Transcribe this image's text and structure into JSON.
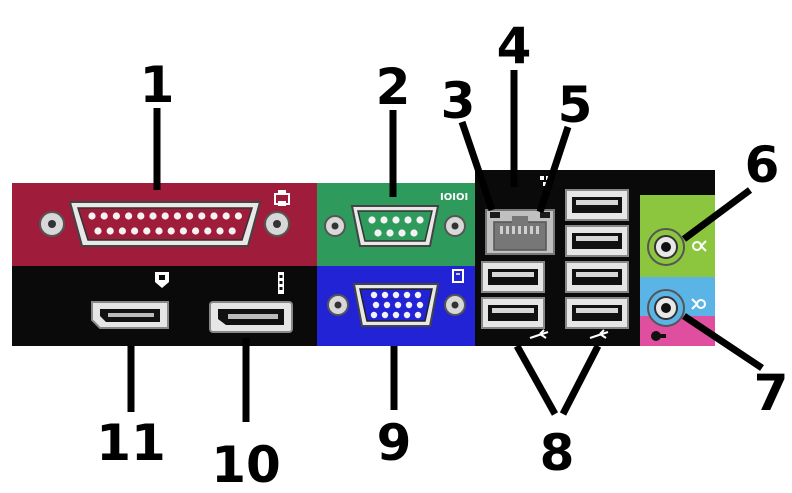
{
  "callouts": [
    {
      "id": 1,
      "label": "1",
      "target": "parallel-port"
    },
    {
      "id": 2,
      "label": "2",
      "target": "serial-port"
    },
    {
      "id": 3,
      "label": "3",
      "target": "link-integrity-light"
    },
    {
      "id": 4,
      "label": "4",
      "target": "network-adapter-connector"
    },
    {
      "id": 5,
      "label": "5",
      "target": "network-activity-light"
    },
    {
      "id": 6,
      "label": "6",
      "target": "line-out-connector"
    },
    {
      "id": 7,
      "label": "7",
      "target": "line-in-microphone-connector"
    },
    {
      "id": 8,
      "label": "8",
      "target": "usb-connectors"
    },
    {
      "id": 9,
      "label": "9",
      "target": "vga-video-connector"
    },
    {
      "id": 10,
      "label": "10",
      "target": "esata-connector"
    },
    {
      "id": 11,
      "label": "11",
      "target": "displayport-connector"
    }
  ],
  "colors": {
    "parallel_panel": "#a01c3b",
    "serial_panel": "#2e9a5b",
    "vga_panel": "#2323d6",
    "black_panel": "#0a0a0a",
    "audio_green": "#8cc63f",
    "audio_blue": "#5ab4e6",
    "audio_pink": "#e04ea0",
    "network_grey": "#c0c0c0"
  },
  "icons": [
    "parallel-printer-icon",
    "serial-icon",
    "vga-monitor-icon",
    "network-icon",
    "usb-icon",
    "displayport-icon",
    "esata-icon",
    "line-out-icon",
    "line-in-icon"
  ]
}
